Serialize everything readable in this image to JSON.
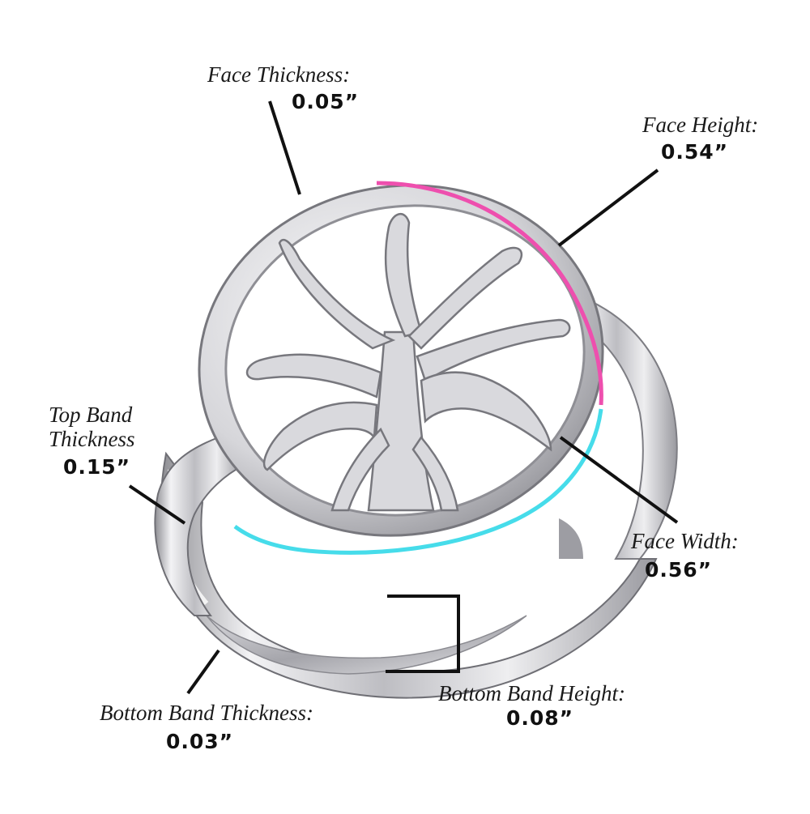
{
  "annotations": {
    "face_thickness": {
      "label": "Face Thickness:",
      "value": "0.05”"
    },
    "face_height": {
      "label": "Face Height:",
      "value": "0.54”"
    },
    "top_band_thickness": {
      "label_line1": "Top Band",
      "label_line2": "Thickness",
      "value": "0.15”"
    },
    "face_width": {
      "label": "Face Width:",
      "value": "0.56”"
    },
    "bottom_band_height": {
      "label": "Bottom Band Height:",
      "value": "0.08”"
    },
    "bottom_band_thickness": {
      "label": "Bottom Band Thickness:",
      "value": "0.03”"
    }
  },
  "colors": {
    "face_height_arc": "#ee4fae",
    "face_width_arc": "#46dcea",
    "metal_light": "#f4f4f6",
    "metal_mid": "#c9c9cd",
    "metal_dark": "#8d8d92",
    "leader_line": "#111111"
  }
}
